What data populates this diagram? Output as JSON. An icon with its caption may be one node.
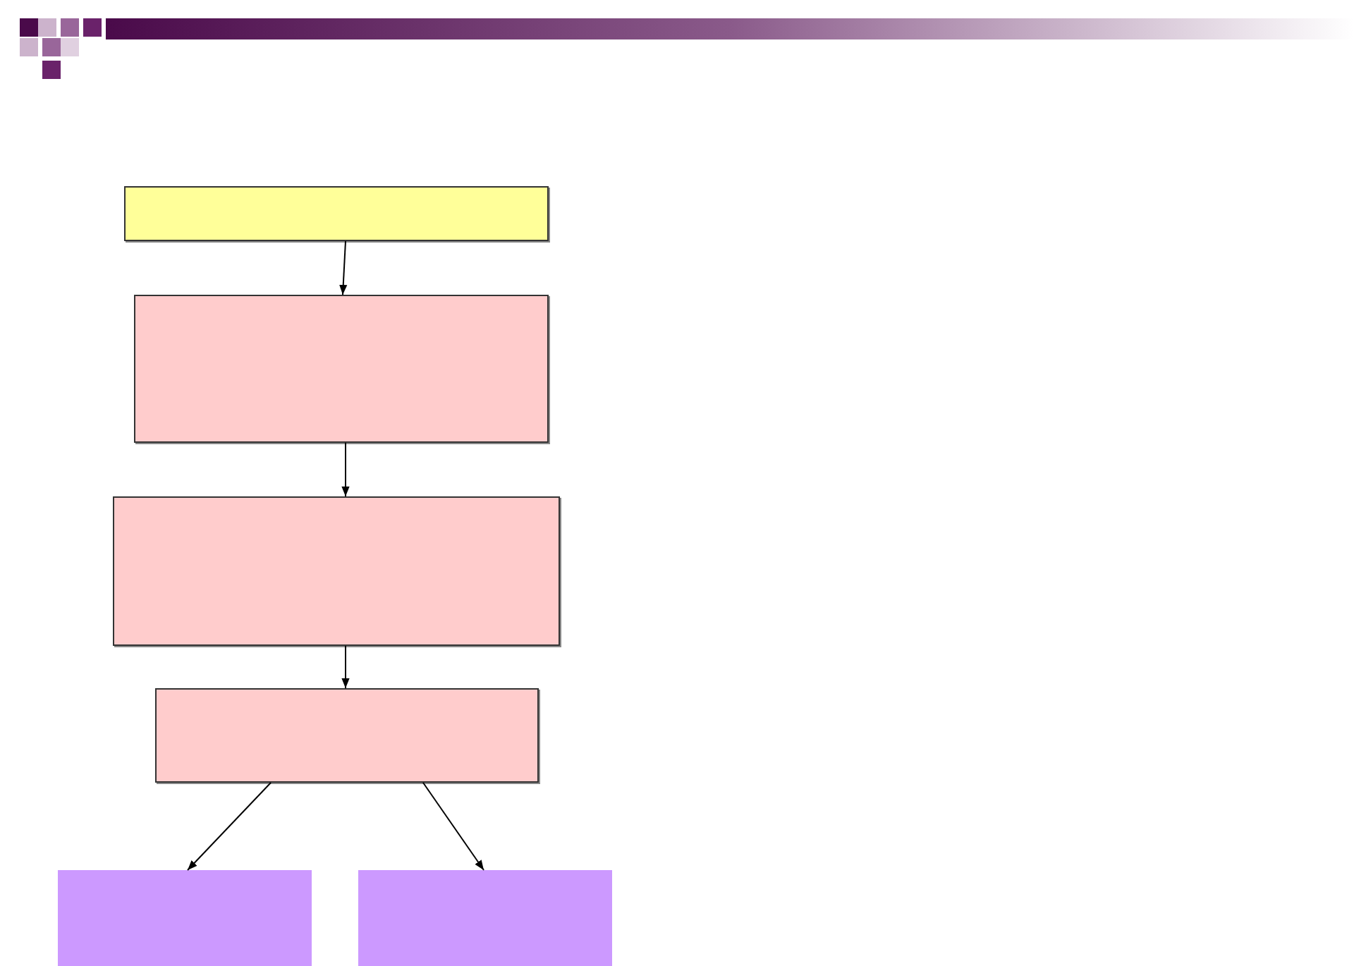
{
  "diagram": {
    "nodes": [
      {
        "text": [],
        "shape": "box"
      },
      {
        "text": [],
        "shape": "box"
      },
      {
        "text": [],
        "shape": "box"
      },
      {
        "text": [],
        "shape": "box"
      },
      {
        "text": [],
        "shape": "box"
      },
      {
        "text": [],
        "shape": "box"
      }
    ],
    "edges": [
      {
        "from": 0,
        "to": 1,
        "arrow": "to"
      },
      {
        "from": 1,
        "to": 2,
        "arrow": "to"
      },
      {
        "from": 2,
        "to": 3,
        "arrow": "to"
      },
      {
        "from": 3,
        "to": 4,
        "arrow": "to"
      },
      {
        "from": 3,
        "to": 5,
        "arrow": "to"
      }
    ]
  }
}
